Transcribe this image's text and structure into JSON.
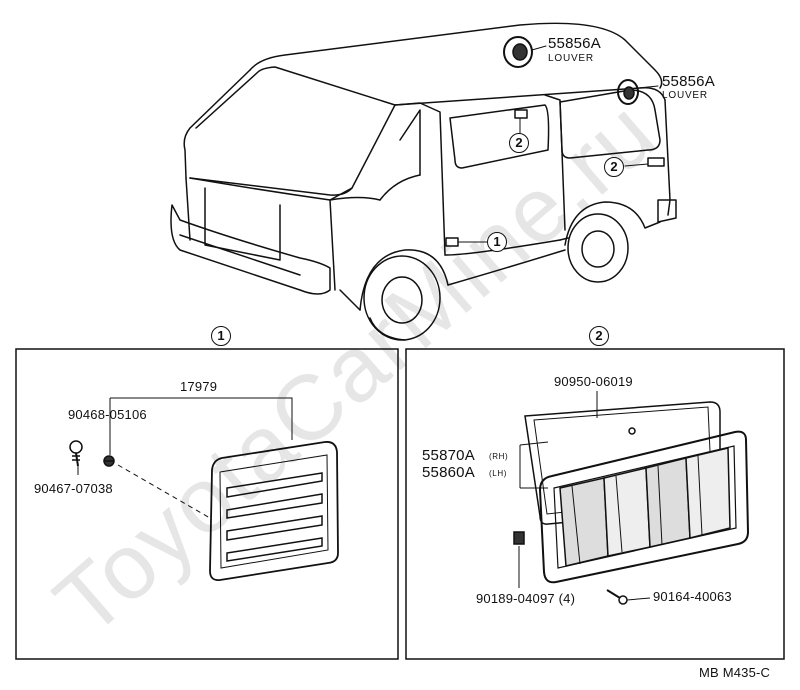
{
  "callouts": {
    "louver_top_part": "55856A",
    "louver_top_name": "LOUVER",
    "louver_side_part": "55856A",
    "louver_side_name": "LOUVER",
    "marker_one": "1",
    "marker_two": "2",
    "marker_two_b": "2",
    "marker_one_van": "1"
  },
  "panel_one": {
    "header": "1",
    "louver_part": "17979",
    "clip_part": "90468-05106",
    "screw_part": "90467-07038"
  },
  "panel_two": {
    "header": "2",
    "seal_part": "90950-06019",
    "louver_rh_part": "55870A",
    "louver_rh_side": "(RH)",
    "louver_lh_part": "55860A",
    "louver_lh_side": "(LH)",
    "nut_part": "90189-04097 (4)",
    "bolt_part": "90164-40063"
  },
  "footer": {
    "code": "MB  M435-C"
  },
  "watermark": {
    "text": "ToyotaCarMine.ru",
    "color": "#e6e6e6"
  }
}
